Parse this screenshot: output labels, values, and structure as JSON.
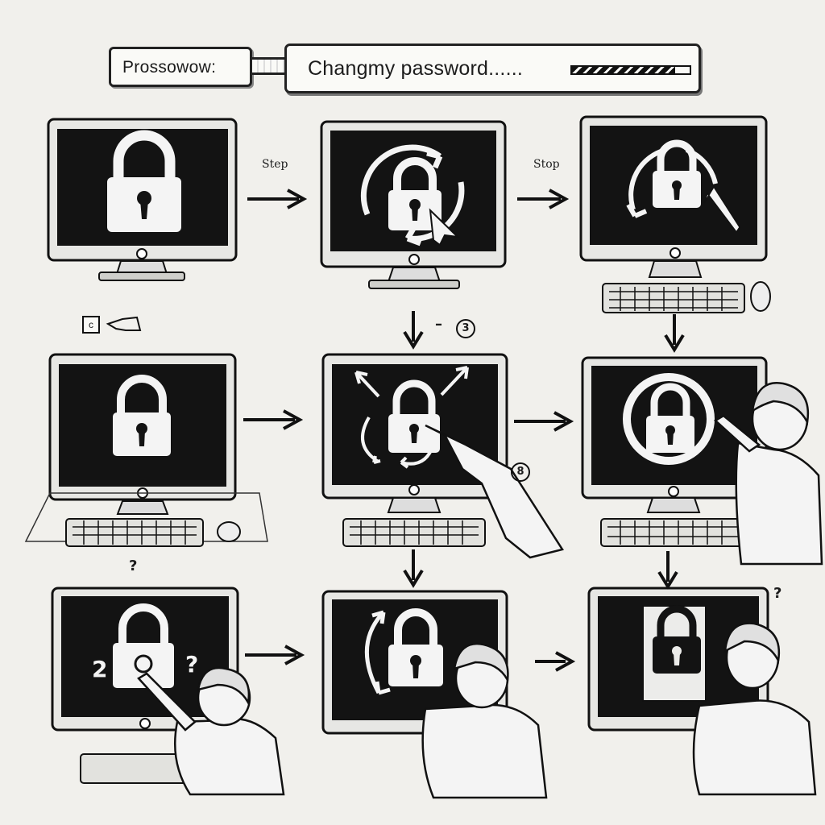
{
  "header": {
    "label": "Prossowow:",
    "field_text": "Changmy password......",
    "progress": 0.88
  },
  "notes": {
    "step_1": "Step",
    "step_2": "Stop"
  },
  "marks": {
    "circle_3": "3",
    "circle_8": "8",
    "question_1": "?",
    "question_2": "?",
    "question_3": "?",
    "small_tag": "c"
  },
  "screen_digits": {
    "left": "2",
    "right": "?"
  },
  "colors": {
    "paper": "#f1f0ec",
    "ink": "#1c1c1c",
    "screen": "#121212",
    "lock": "#f4f4f4"
  },
  "icons": {
    "lock": "padlock-icon",
    "cycle": "circular-arrows-icon",
    "flow": "arrow-right-icon"
  }
}
